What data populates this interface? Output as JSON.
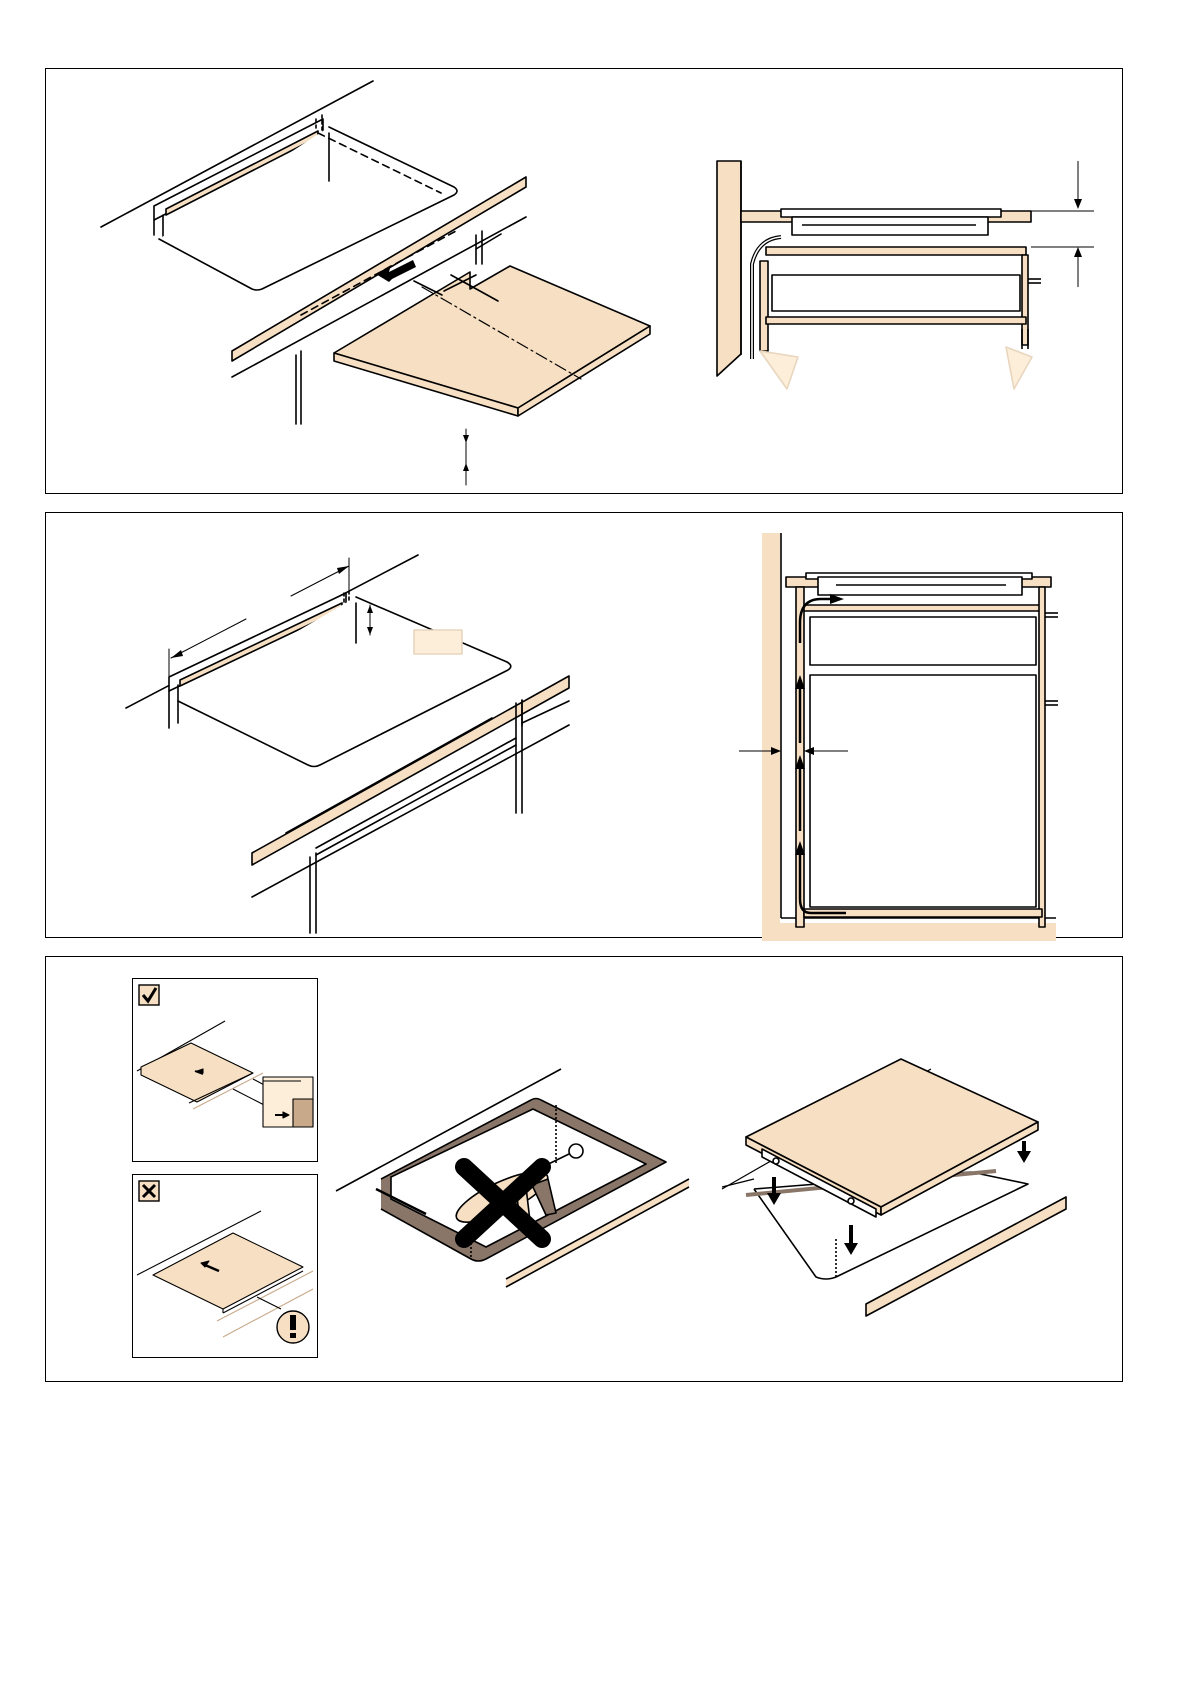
{
  "colors": {
    "background": "#ffffff",
    "line": "#000000",
    "wood": "#f6dfc2",
    "wood_dark": "#c8a98a",
    "seal_brown": "#8a7668"
  },
  "figures": [
    {
      "id": "fig-1",
      "icons": [
        "worktop-cutout-icon",
        "hob-panel-icon",
        "side-section-icon"
      ]
    },
    {
      "id": "fig-2",
      "icons": [
        "worktop-cutout-icon",
        "ventilation-section-icon"
      ]
    },
    {
      "id": "fig-3",
      "icons": [
        "check-mark-icon",
        "cross-mark-icon",
        "warning-exclamation-icon",
        "sealant-gun-icon",
        "hob-insertion-icon"
      ]
    }
  ]
}
